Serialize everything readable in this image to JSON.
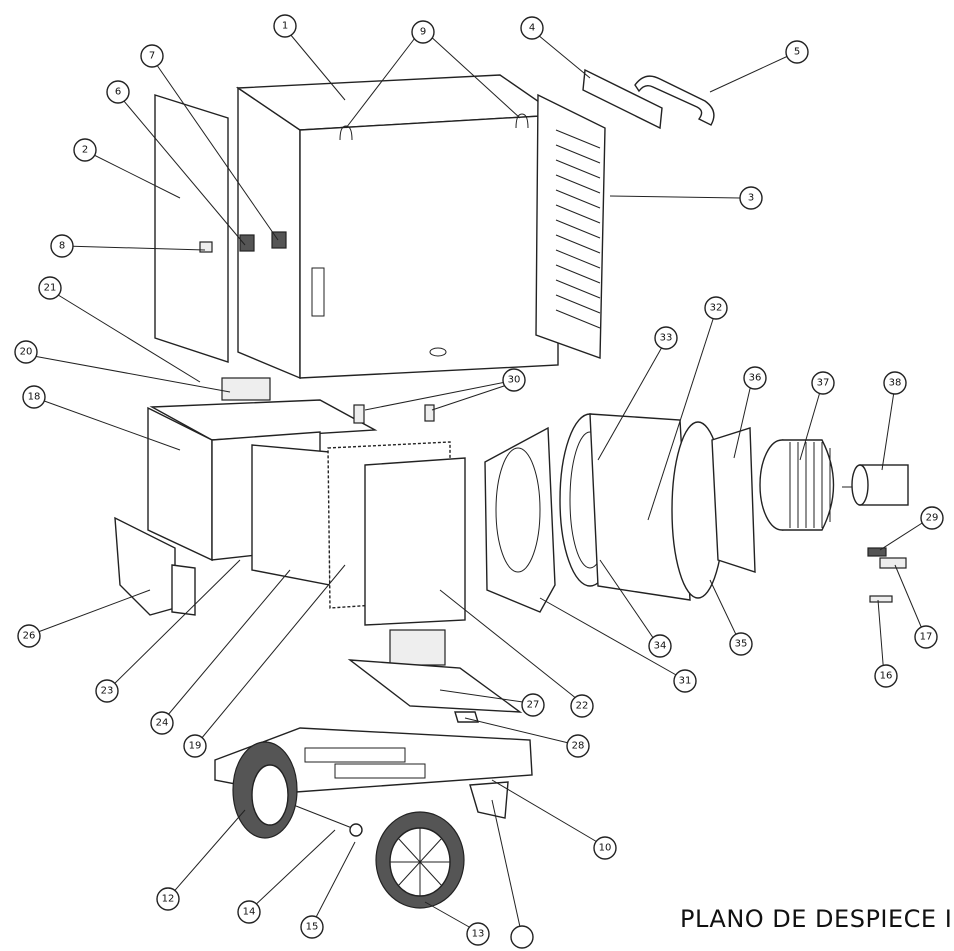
{
  "title": "PLANO DE DESPIECE I",
  "callouts": {
    "c1": "1",
    "c2": "2",
    "c3": "3",
    "c4": "4",
    "c5": "5",
    "c6": "6",
    "c7": "7",
    "c8": "8",
    "c9": "9",
    "c10": "10",
    "c11": "",
    "c12": "12",
    "c13": "13",
    "c14": "14",
    "c15": "15",
    "c16": "16",
    "c17": "17",
    "c18": "18",
    "c19": "19",
    "c20": "20",
    "c21": "21",
    "c22": "22",
    "c23": "23",
    "c24": "24",
    "c26": "26",
    "c27": "27",
    "c28": "28",
    "c29": "29",
    "c30": "30",
    "c31": "31",
    "c32": "32",
    "c33": "33",
    "c34": "34",
    "c35": "35",
    "c36": "36",
    "c37": "37",
    "c38": "38"
  }
}
